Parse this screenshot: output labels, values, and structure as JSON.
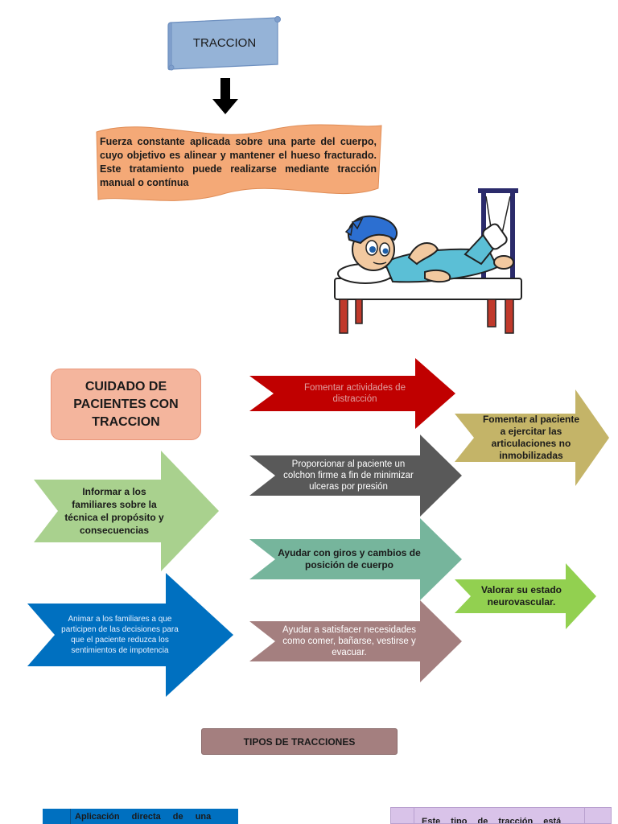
{
  "title": "TRACCION",
  "definition": "Fuerza constante aplicada sobre una parte del cuerpo, cuyo objetivo es alinear y mantener el hueso fracturado. Este tratamiento puede realizarse mediante tracción manual o contínua",
  "cuidado": {
    "line1": "CUIDADO DE",
    "line2": "PACIENTES CON",
    "line3": "TRACCION"
  },
  "arrows": {
    "fomentar_distraccion": "Fomentar actividades de distracción",
    "proporcionar_colchon": "Proporcionar al paciente un colchon firme a fin de minimizar ulceras por presión",
    "ayudar_giros": "Ayudar con giros y cambios de posición de cuerpo",
    "ayudar_necesidades": "Ayudar a satisfacer necesidades como comer, bañarse, vestirse y evacuar.",
    "fomentar_articulaciones": "Fomentar al paciente a ejercitar las articulaciones no inmobilizadas",
    "valorar": "Valorar su estado neurovascular.",
    "informar": "Informar a los familiares sobre la técnica el propósito y consecuencias",
    "animar": "Animar a los familiares a que participen de las decisiones para que el paciente reduzca los sentimientos de impotencia"
  },
  "tipos": "TIPOS DE TRACCIONES",
  "bottom": {
    "left_text": "Aplicación directa de una",
    "right_text": "Este tipo de tracción está"
  },
  "colors": {
    "title_scroll": "#95b3d7",
    "definition_wave": "#f4a977",
    "red_arrow": "#c00000",
    "gray_arrow": "#595959",
    "teal_arrow": "#76b59c",
    "mauve_arrow": "#a47f7f",
    "olive_arrow": "#c4b468",
    "lime_arrow": "#92d050",
    "sage_arrow": "#a9d18e",
    "blue_arrow": "#0070c0",
    "lavender": "#d9c3e9"
  }
}
